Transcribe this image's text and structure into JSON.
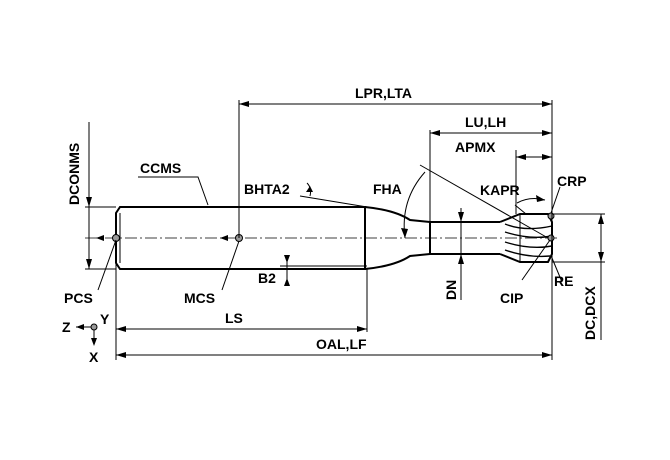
{
  "labels": {
    "dconms": "DCONMS",
    "lpr_lta": "LPR,LTA",
    "lu_lh": "LU,LH",
    "apmx": "APMX",
    "ccms": "CCMS",
    "bhta2": "BHTA2",
    "fha": "FHA",
    "kapr": "KAPR",
    "crp": "CRP",
    "pcs": "PCS",
    "mcs": "MCS",
    "b2": "B2",
    "dn": "DN",
    "cip": "CIP",
    "re": "RE",
    "dc_dcx": "DC,DCX",
    "ls": "LS",
    "oal_lf": "OAL,LF",
    "axis_z": "Z",
    "axis_y": "Y",
    "axis_x": "X"
  }
}
